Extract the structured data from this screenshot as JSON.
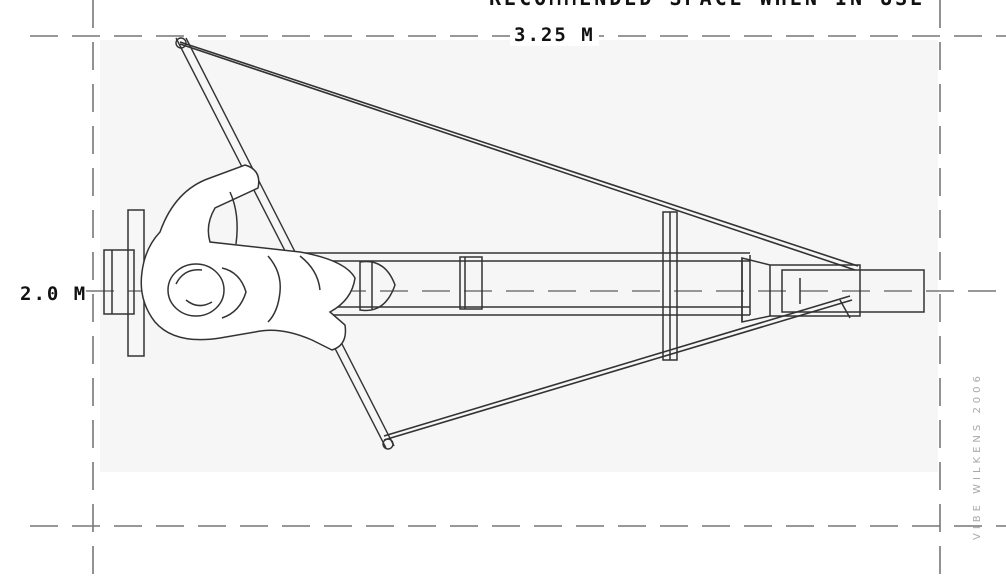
{
  "diagram": {
    "title": "RECOMMENDED SPACE WHEN IN USE",
    "width_dimension": "3.25 M",
    "height_dimension": "2.0 M",
    "credit": "VIBE WILKENS 2006"
  },
  "colors": {
    "line": "#333333",
    "dash": "#777777",
    "background": "#ffffff",
    "shaded_area": "#f6f6f6",
    "credit_text": "#a8a8a8"
  }
}
